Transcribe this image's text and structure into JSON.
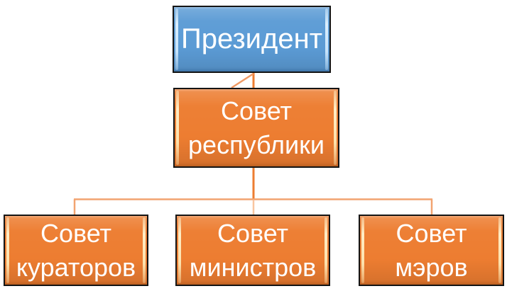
{
  "diagram": {
    "type": "org-chart",
    "background_color": "#FFFFFF",
    "nodes": [
      {
        "id": "president",
        "label": "Президент",
        "fill_color": "#5B9BD5",
        "text_color": "#FFFFFF",
        "border_color": "#141414",
        "level": 1
      },
      {
        "id": "republic",
        "label": "Совет\nреспублики",
        "fill_color": "#ED7D31",
        "text_color": "#FFFFFF",
        "border_color": "#141414",
        "level": 2
      },
      {
        "id": "curators",
        "label": "Совет\nкураторов",
        "fill_color": "#ED7D31",
        "text_color": "#FFFFFF",
        "border_color": "#141414",
        "level": 3
      },
      {
        "id": "ministers",
        "label": "Совет\nминистров",
        "fill_color": "#ED7D31",
        "text_color": "#FFFFFF",
        "border_color": "#141414",
        "level": 3
      },
      {
        "id": "mayors",
        "label": "Совет\nмэров",
        "fill_color": "#ED7D31",
        "text_color": "#FFFFFF",
        "border_color": "#141414",
        "level": 3
      }
    ],
    "edges": [
      {
        "from": "president",
        "to": "republic"
      },
      {
        "from": "republic",
        "to": "curators"
      },
      {
        "from": "republic",
        "to": "ministers"
      },
      {
        "from": "republic",
        "to": "mayors"
      }
    ],
    "colors": {
      "connector_dark": "#ED7D31",
      "connector_light": "#F2A470",
      "connector_lighter": "#F8C5A0",
      "connector_diagonal": "#F09A64"
    }
  }
}
